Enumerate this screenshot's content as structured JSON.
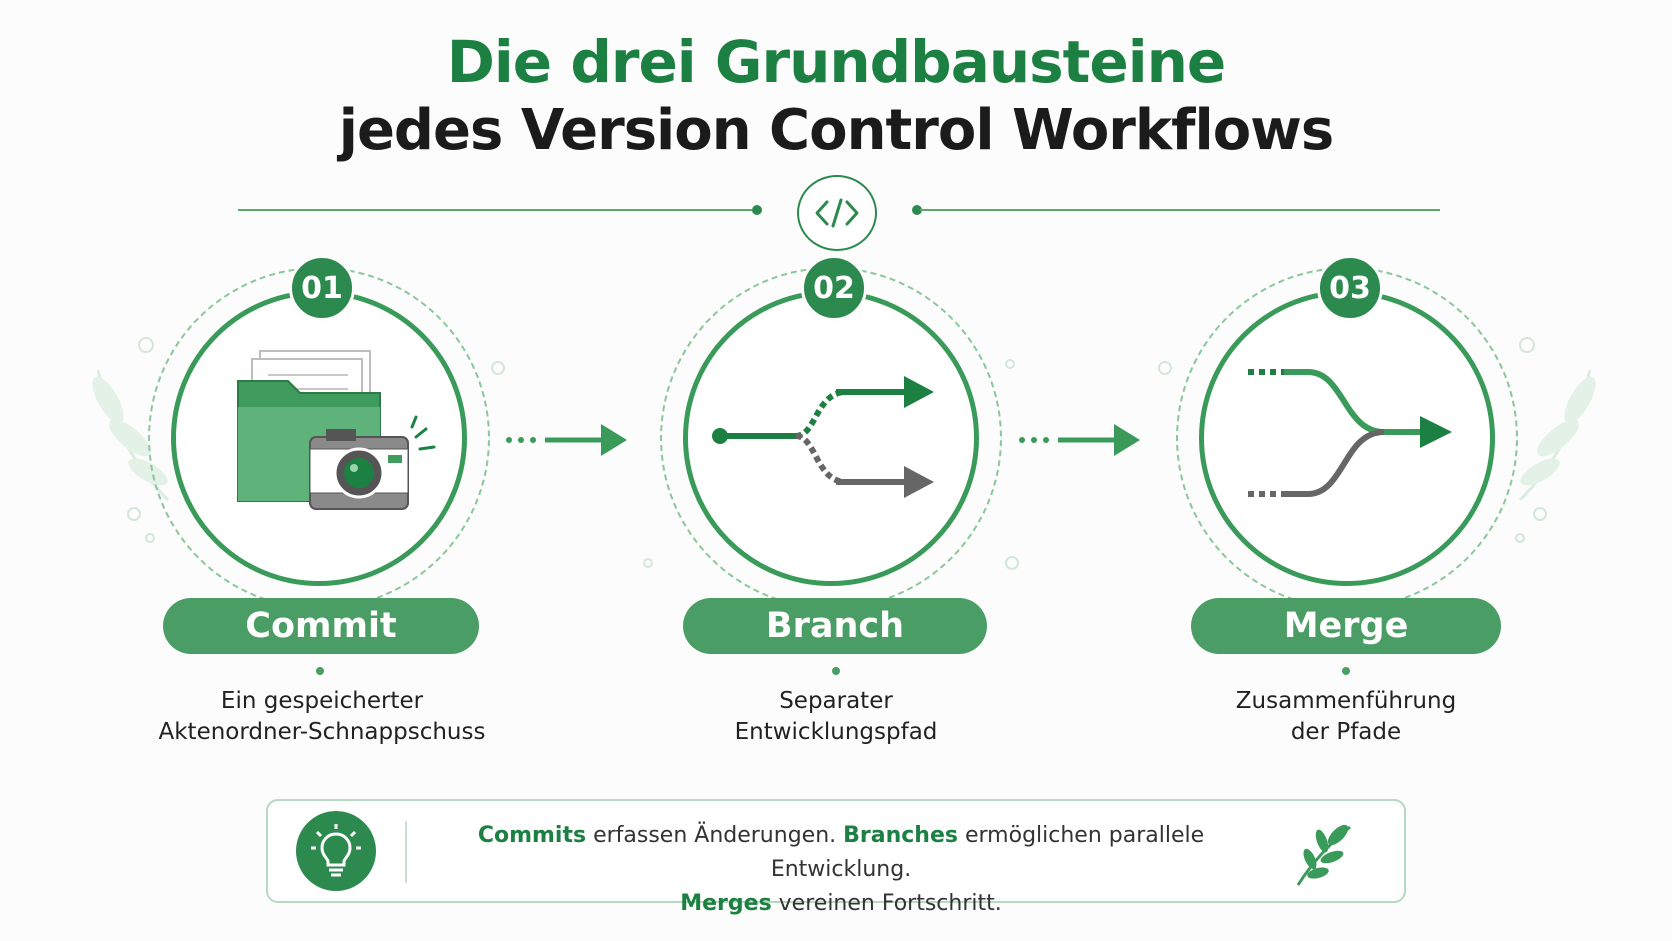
{
  "title": {
    "line1": "Die drei Grundbausteine",
    "line2": "jedes Version Control Workflows"
  },
  "badge": {
    "icon": "code-icon",
    "text": "</>"
  },
  "colors": {
    "primary": "#2d8a4e",
    "pill": "#4a9d64",
    "text": "#1b1b1b",
    "secondary": "#666666"
  },
  "steps": [
    {
      "number": "01",
      "label": "Commit",
      "desc_line1": "Ein gespeicherter",
      "desc_line2": "Aktenordner-Schnappschuss",
      "icon": "folder-camera-icon"
    },
    {
      "number": "02",
      "label": "Branch",
      "desc_line1": "Separater",
      "desc_line2": "Entwicklungspfad",
      "icon": "branch-arrows-icon"
    },
    {
      "number": "03",
      "label": "Merge",
      "desc_line1": "Zusammenführung",
      "desc_line2": "der Pfade",
      "icon": "merge-arrows-icon"
    }
  ],
  "summary": {
    "icon": "lightbulb-icon",
    "term1": "Commits",
    "text1": " erfassen Änderungen. ",
    "term2": "Branches",
    "text2": " ermöglichen parallele Entwicklung.",
    "term3": "Merges",
    "text3": " vereinen Fortschritt."
  }
}
